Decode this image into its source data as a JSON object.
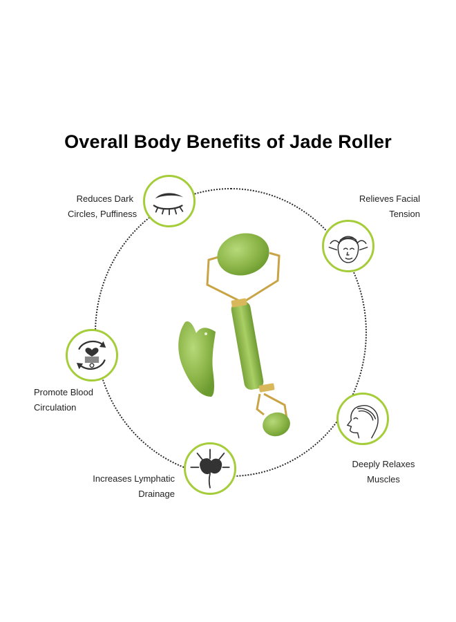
{
  "title": "Overall Body Benefits of Jade Roller",
  "benefits": [
    {
      "id": "eyes",
      "line1": "Reduces Dark",
      "line2": "Circles, Puffiness",
      "icon": "closed-eye-icon"
    },
    {
      "id": "facial",
      "line1": "Relieves Facial",
      "line2": "Tension",
      "icon": "face-massage-icon"
    },
    {
      "id": "blood",
      "line1": "Promote Blood",
      "line2": "Circulation",
      "icon": "circulation-icon"
    },
    {
      "id": "relax",
      "line1": "Deeply Relaxes",
      "line2": "Muscles",
      "icon": "face-profile-icon"
    },
    {
      "id": "lymph",
      "line1": "Increases Lymphatic",
      "line2": "Drainage",
      "icon": "lymph-node-icon"
    }
  ],
  "colors": {
    "badge_border": "#a4cd39",
    "jade": "#8fb84a",
    "gold": "#c9a447",
    "icon": "#333333"
  }
}
